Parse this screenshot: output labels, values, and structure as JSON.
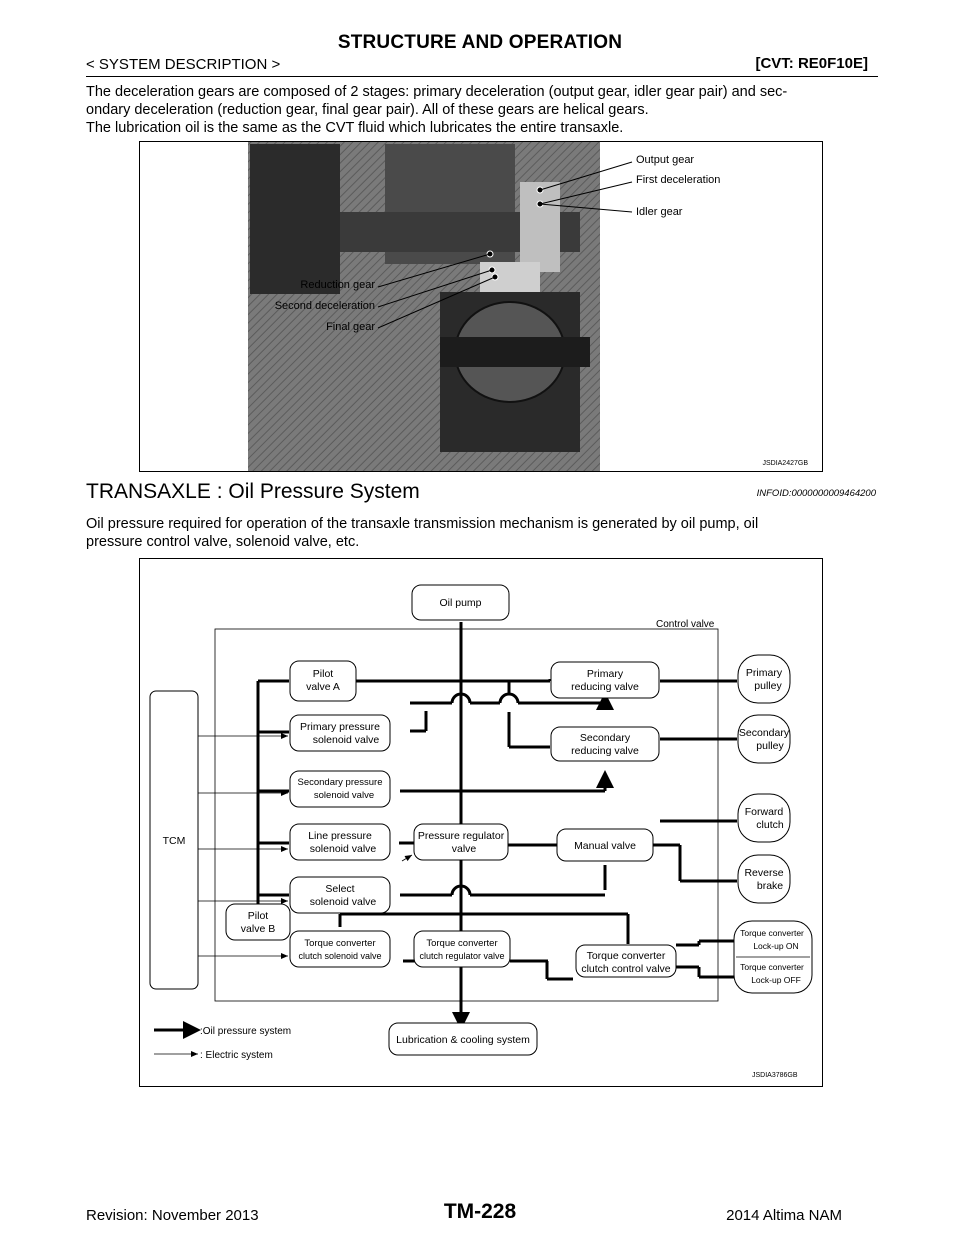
{
  "header": {
    "title": "STRUCTURE AND OPERATION",
    "section": "< SYSTEM DESCRIPTION >",
    "model": "[CVT: RE0F10E]"
  },
  "intro": {
    "line1": "The deceleration gears are composed of 2 stages: primary deceleration (output gear, idler gear pair) and sec-",
    "line2": "ondary deceleration (reduction gear, final gear pair). All of these gears are helical gears.",
    "line3": "The lubrication oil is the same as the CVT fluid which lubricates the entire transaxle."
  },
  "figure1": {
    "labels": {
      "output_gear": "Output gear",
      "first_deceleration": "First deceleration",
      "idler_gear": "Idler gear",
      "reduction_gear": "Reduction gear",
      "second_deceleration": "Second deceleration",
      "final_gear": "Final gear"
    },
    "code": "JSDIA2427GB"
  },
  "section2": {
    "heading": "TRANSAXLE : Oil Pressure System",
    "infoid": "INFOID:0000000009464200",
    "para1": "Oil pressure required for operation of the transaxle transmission mechanism is generated by oil pump, oil",
    "para2": "pressure control valve, solenoid valve, etc."
  },
  "figure2": {
    "oil_pump": "Oil pump",
    "control_valve": "Control valve",
    "tcm": "TCM",
    "pilot_a_1": "Pilot",
    "pilot_a_2": "valve A",
    "primary_red_1": "Primary",
    "primary_red_2": "reducing valve",
    "primary_pulley_1": "Primary",
    "primary_pulley_2": "pulley",
    "pps_1": "Primary pressure",
    "pps_2": "solenoid valve",
    "sec_red_1": "Secondary",
    "sec_red_2": "reducing valve",
    "sec_pulley_1": "Secondary",
    "sec_pulley_2": "pulley",
    "sps_1": "Secondary pressure",
    "sps_2": "solenoid valve",
    "fwd_1": "Forward",
    "fwd_2": "clutch",
    "lps_1": "Line pressure",
    "lps_2": "solenoid valve",
    "prv_1": "Pressure regulator",
    "prv_2": "valve",
    "manual": "Manual valve",
    "rev_1": "Reverse",
    "rev_2": "brake",
    "sel_1": "Select",
    "sel_2": "solenoid valve",
    "pilot_b_1": "Pilot",
    "pilot_b_2": "valve B",
    "tccs_1": "Torque converter",
    "tccs_2": "clutch solenoid valve",
    "tccr_1": "Torque converter",
    "tccr_2": "clutch regulator valve",
    "tccc_1": "Torque converter",
    "tccc_2": "clutch control valve",
    "lock_on_1": "Torque converter",
    "lock_on_2": "Lock-up ON",
    "lock_off_1": "Torque converter",
    "lock_off_2": "Lock-up OFF",
    "lube": "Lubrication & cooling system",
    "legend_oil": ":Oil pressure system",
    "legend_elec": ": Electric system",
    "code": "JSDIA3786GB"
  },
  "footer": {
    "revision": "Revision: November 2013",
    "page": "TM-228",
    "model": "2014 Altima NAM"
  }
}
